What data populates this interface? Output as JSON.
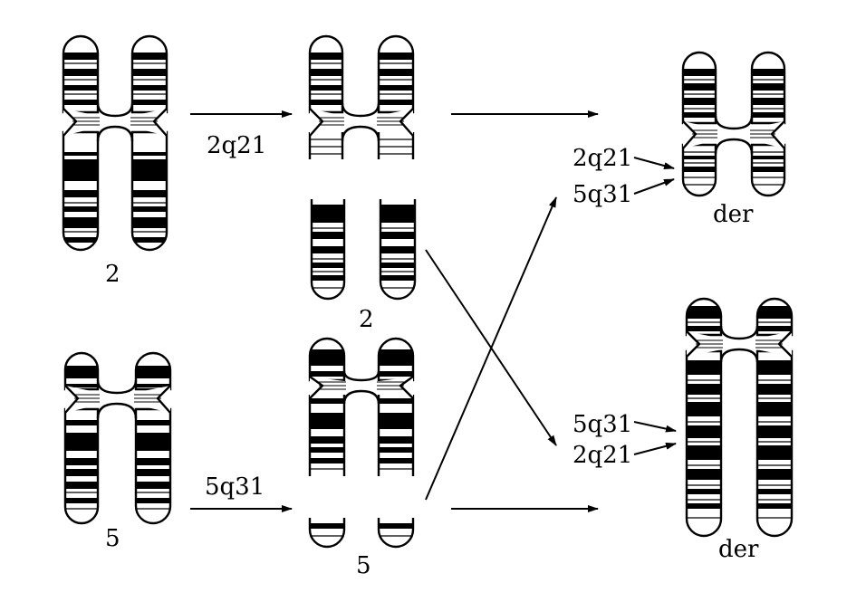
{
  "labels": {
    "chrom2_original": "2",
    "chrom5_original": "5",
    "break_2": "2q21",
    "break_5": "5q31",
    "chrom2_broken": "2",
    "chrom5_broken": "5",
    "der_top_a": "2q21",
    "der_top_b": "5q31",
    "der_top": "der",
    "der_bottom_a": "5q31",
    "der_bottom_b": "2q21",
    "der_bottom": "der"
  },
  "colors": {
    "ink": "#000000",
    "paper": "#ffffff"
  }
}
